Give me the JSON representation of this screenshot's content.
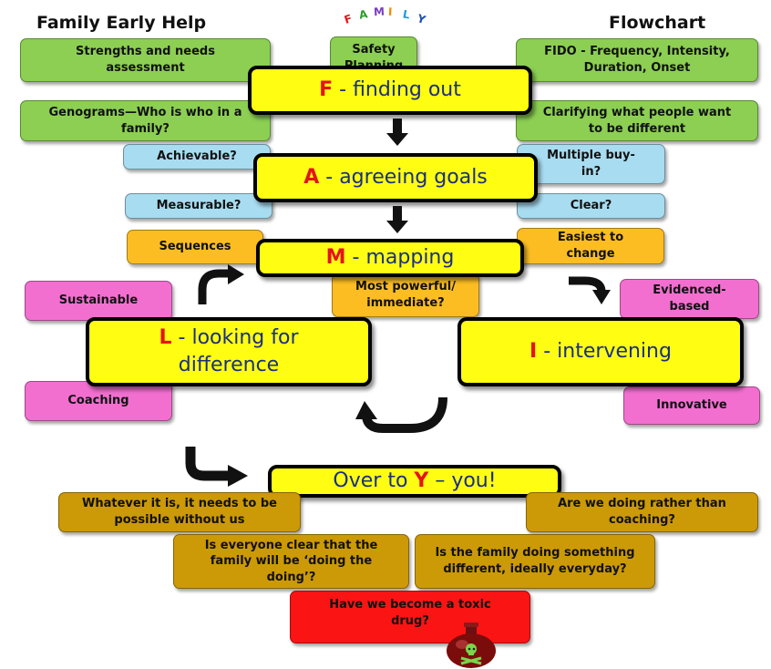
{
  "header": {
    "title_left": "Family Early Help",
    "title_right": "Flowchart",
    "family_letters": [
      {
        "ch": "F",
        "color": "#e4141a"
      },
      {
        "ch": "A",
        "color": "#2a9d2a"
      },
      {
        "ch": "M",
        "color": "#7b3fbf"
      },
      {
        "ch": "I",
        "color": "#f08a00"
      },
      {
        "ch": "L",
        "color": "#1a9ed8"
      },
      {
        "ch": "Y",
        "color": "#1f4fb5"
      }
    ]
  },
  "steps": {
    "f": {
      "letter": "F",
      "text": " - finding out"
    },
    "a": {
      "letter": "A",
      "text": " - agreeing goals"
    },
    "m": {
      "letter": "M",
      "text": " - mapping"
    },
    "l": {
      "letter": "L",
      "line1": " - looking for",
      "line2": "difference"
    },
    "i": {
      "letter": "I",
      "text": " - intervening"
    },
    "y": {
      "prefix": "Over to ",
      "letter": "Y",
      "text": " – you!"
    }
  },
  "f_boxes": {
    "strengths": "Strengths and needs assessment",
    "safety": "Safety Planning",
    "fido": "FIDO - Frequency, Intensity, Duration, Onset",
    "genograms": "Genograms—Who is who in a family?",
    "clarifying": "Clarifying what people want to be different"
  },
  "a_boxes": {
    "achievable": "Achievable?",
    "measurable": "Measurable?",
    "buyin": "Multiple buy-in?",
    "clear": "Clear?"
  },
  "m_boxes": {
    "sequences": "Sequences",
    "easiest": "Easiest to change",
    "powerful": "Most powerful/ immediate?"
  },
  "l_boxes": {
    "sustainable": "Sustainable",
    "coaching": "Coaching"
  },
  "i_boxes": {
    "evidenced": "Evidenced-based",
    "innovative": "Innovative"
  },
  "y_boxes": {
    "possible": "Whatever it is, it needs to be possible without us",
    "rather": "Are we doing rather than coaching?",
    "clear_family": "Is everyone clear that the family will be ‘doing the doing’?",
    "different": "Is the family doing something different, ideally everyday?",
    "toxic": "Have we become a toxic drug?"
  },
  "colors": {
    "green": "#8ccf52",
    "blue": "#a8dcf0",
    "orange": "#fbbd22",
    "pink": "#f26fd0",
    "gold": "#cc9a06",
    "red": "#fb1414",
    "main_fill": "#fffd12",
    "main_text": "#1a2f80",
    "letter": "#e4141a"
  },
  "icons": {
    "down_arrow": "down-arrow-icon",
    "curved_arrow": "curved-arrow-icon",
    "poison": "poison-bottle-icon"
  }
}
